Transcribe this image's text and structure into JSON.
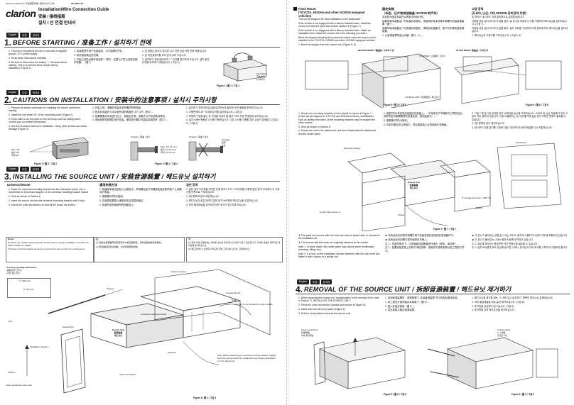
{
  "header": {
    "printed": "Printed in Malaysia / 马来西亚印刷 / 말레이시아 인쇄",
    "docno": "284-8607-00",
    "brand": "clarion",
    "title_en": "Installation/Wire Connection Guide",
    "title_cn": "安装 / 接线指南",
    "title_kr": "설치 / 선 연결 안내서"
  },
  "langs": [
    "English",
    "中文",
    "한국어"
  ],
  "s1": {
    "num": "1.",
    "title": "BEFORE STARTING / 准备工作 / 설치하기 전에",
    "en": [
      "1. This set is exclusively for use in cars with a negative ground, 12 V power supply.",
      "2. Read these instructions carefully.",
      "3. Be sure to disconnect the battery \"−\" terminal before starting. This is to prevent short circuits during installation (Figure 1)."
    ],
    "cn": [
      "1. 本装置是专用于负极接地、12V电源的汽车。",
      "2. 请仔细阅读这些说明。",
      "3. 开始之前务必断开电池的\"−\"端口，这是为了防止安装过程中短路。（图 1）"
    ],
    "kr": [
      "1. 본 제품은 음극이 접지된 12V 전원 공급 차량 전용 제품입니다.",
      "2. 본 지침설명서를 주의 깊게 읽어 주십시오.",
      "3. 설치하기 전에 배터리의 \"−\" 단자를 분리하여 주십시오. 설치 동안 단락을 방지하기 위함입니다. (그림 1)"
    ],
    "fig_label": "Car battery",
    "fig_label_cn": "汽车电池",
    "fig_label_kr": "차 배터리",
    "caption": "Figure 1 / 图 1 / 그림 1"
  },
  "s2": {
    "num": "2.",
    "title": "CAUTIONS ON INSTALLATION / 安装中的注意事项 / 설치시 주의사항",
    "en": [
      "1. Prepare all articles necessary for installing the source unit before starting.",
      "2. Install the unit within 30° of the horizontal plane (Figure 2).",
      "3. If you have to do any work on the car body, such as drilling holes, consult your car dealer beforehand.",
      "4. Use the enclosed screws for installation. Using other screws can cause damage (Figure 3)."
    ],
    "cn": [
      "1. 开始之前，准备好安装本机所需的所有物品。",
      "2. 把本机安装在与水平面所成的角度在 30° 以内（图 2）。",
      "3. 如果需要对车身进行加工，例如钻孔等，请事先与汽车销售商联系。",
      "4. 请使用附带的螺钉进行安装。使用其它螺钉可能会导致损坏（图 3）。"
    ],
    "kr": [
      "1. 설치하기 전에 메인유닛을 설치하는데 필요한 모든 물품을 준비해 주십시오.",
      "2. 수평면에서 30° 이내에 장치를 설치하십시오. (그림 2)",
      "3. 차체에 구멍을 뚫는 등 작업을 하셔야 할 경우, 미리 차량 판매점과 상의하십시오.",
      "4. 설치시에는 동봉된 나사를 사용하십시오. 다른 나사를 사용할 경우 손상이 발생할 수 있습니다. (그림 3)"
    ],
    "fig2_label": "Max. 30°",
    "fig2_label_cn": "最大 30°",
    "fig2_label_kr": "최대 30°",
    "fig2_cap": "Figure 2 / 图 2 / 그림 2",
    "fig3_chassis1": "Chassis / 底盘 / 새시",
    "fig3_chassis2": "Chassis / 底盘 / 새시",
    "fig3_max": "Max. 1/4\" (6 mm)",
    "fig3_max_cn": "最大 1/4\"(6 mm)",
    "fig3_max_kr": "최대 1/4\"(6 mm)",
    "fig3_damage": "Damage",
    "fig3_damage_cn": "损坏",
    "fig3_damage_kr": "손상",
    "fig3_cap": "Figure 3 / 图 3 / 그림 3"
  },
  "s3": {
    "num": "3.",
    "title": "INSTALLING THE SOURCE UNIT / 安装音源装置 / 헤드유닛 설치하기",
    "sub_en": "Universal Mount",
    "sub_cn": "通用安装方法",
    "sub_kr": "일반 장착",
    "en": [
      "1. Place the universal mounting bracket into the instrument panel, use a screwdriver to bend each stopper of the universal mounting bracket inward.",
      "2. Wire as shown in Section 8.",
      "3. Insert the source unit into the universal mounting bracket until it locks.",
      "4. Mount the outer escutcheon so that all the hooks are locked."
    ],
    "cn": [
      "1. 将通用安装支架放入仪表板中，并用螺丝起子将通用安装支架的各个止动器向内弯曲。",
      "2. 按照第8节所示接线。",
      "3. 将音源装置插入通用安装支架直到锁定。",
      "4. 安装外部饰板使所有钩都锁上。"
    ],
    "kr": [
      "1. 일반 장착 브라켓을 계기판 안에 위치시키고, 드라이버를 사용해 일반 장착 브라켓의 각 고정기를 안쪽으로 구부리십시오.",
      "2. 8번 항목과 같이 배선하십시오.",
      "3. 헤드유닛이 잠길 때까지 일반 장착 브라켓에 헤드유닛을 삽입하십시오.",
      "4. 외부 몰딩패널을 장착하여 모든 후크가 잠기도록 하십시오."
    ],
    "notes_en_title": "Notes:",
    "notes_en": [
      "(1) Some car models require special mounting kits for proper installation. Consult your Clarion dealer for details.",
      "(2) Fasten the front stopper securely to prevent the source unit from coming loose."
    ],
    "notes_cn_title": "注：",
    "notes_cn": [
      "(1) 某些车型需要专用安装套件才能正确安装。详情请咨询歌乐经销商。",
      "(2) 牢固地固定前止动器，以防音源装置松脱。"
    ],
    "notes_kr_title": "주:",
    "notes_kr": [
      "(1) 일부 차량 모델에서는 올바른 설치를 위해 특수한 장착 키트가 필요합니다. 자세한 내용은 클라리온 대리점에 문의하십시오.",
      "(2) 헤드유닛이 느슨해지지 않도록 전면 고정기를 단단히 고정하십시오."
    ],
    "dims_title": "• Console opening dimensions",
    "dims_cn": "• 控制台开口尺寸",
    "dims_kr": "• 콘솔 열린 치수",
    "dims_w": "7\" (182 mm)",
    "dims_h": "2\" (53 mm)",
    "labels": {
      "stopper": "Stopper",
      "instrument_panel": "Instrument panel",
      "hexagonal_bolt": "Hexagonal bolt",
      "strap": "Strap",
      "screwdriver": "Screwdriver",
      "source_unit": "Source Unit",
      "source_unit_cn": "音源装置",
      "source_unit_kr": "헤드유닛",
      "installation_direction": "Installation direction",
      "outer_escutcheon": "Outer escutcheon",
      "universal_bracket": "Universal mounting bracket",
      "stoppers": "Stoppers",
      "top": "Top",
      "bottom": "Bottom",
      "outer_side_view": "Outer escutcheon side view",
      "note_strap": "The part is not provided in some models."
    },
    "fig4_note": "Note: Before attaching the universal mounting bracket, slightly bend the spring toward the inside with your fingers and attach it in the side of car.",
    "fig4_cap": "Figure 4 / 图 4 / 그림 4"
  },
  "fixed": {
    "sub_en": "Fixed Mount",
    "sub_en2": "(TOYOTA, NISSAN and other ISO/DIN equipped vehicles)",
    "sub_cn": "固定安装",
    "sub_cn2": "（丰田、日产和其他装备 ISO/DIN 的汽车）",
    "sub_kr": "고정 장착",
    "sub_kr2": "(도요타, 닛산, 기타 ISO/DIN 장비장착 차량)",
    "en": [
      "This unit is designed for fixed installation in the dashboard.",
      "If the vehicle is not equipped with a factory-installed radio, install the source unit with the parts and screws marked ★ (Figure 7).",
      "If the vehicle is not equipped with a factory-installed radio, obtain an installation kit to install the source unit in the following procedure.",
      "Bend the stopper following the procedures below when the source unit is installed to the TOYOTA, NISSAN and other ISO/DIN equipped vehicles.",
      "1. Bend the stopper from the source unit. (Figure 5, 6)"
    ],
    "cn": [
      "本机是为固定安装在仪表板中而设计的。",
      "如果车辆未装备出厂时安装的收音机，请使用标有★的零件和螺钉安装音源装置（图7）。",
      "如果车辆未装备出厂时安装的收音机，请购买安装套件，按下列步骤安装音源装置。",
      "1. 从音源装置弯曲止动器（图 5、6）。"
    ],
    "kr": [
      "본 장치는 대시보드 고정 설치용으로 설계되었습니다.",
      "차량에 공장 설치 라디오가 없을 경우, ★ 표시된 부품과 나사를 사용하여 헤드유닛을 설치하십시오. (그림 7)",
      "차량에 공장 설치 라디오가 없을 경우, 설치 키트를 구입하여 아래 절차에 따라 헤드유닛을 설치하십시오.",
      "1. 헤드유닛의 고정기를 구부리십시오. (그림 5, 6)"
    ],
    "before_bend": "BEFORE BEND / 弯曲前 / 구부리기 전",
    "after_bend": "AFTER BEND / 弯曲后 / 구부린 후",
    "stopper": "STOPPER / 止动器 / 고정기",
    "source_unit": "SOURCE UNIT / 音源装置 / 헤드유닛",
    "fig5_cap": "Figure 5 / 图 5 / 그림 5",
    "fig6_cap": "Figure 6 / 图 6 / 그림 6",
    "step2_en": [
      "2. Secure the mounting brackets to the chassis as shown in Figure 7. (Holes are pre-tapped for TOYOTA and NISSAN vehicles, modification, such as drilling new holes, of the mounting brackets may be required for other models.",
      "3. Wire as shown in Section 8.",
      "4. Secure the unit in the dashboard, and then reassemble the dashboard and the center panel."
    ],
    "step2_cn": [
      "2. 如图7所示将安装支架固定在底盘上。（丰田和日产车辆的孔已预先攻丝，其他车型可能需要修改安装支架，例如钻新孔。）",
      "3. 按照第8节所示接线。",
      "4. 将本机固定在仪表板中，然后重新装上仪表板和中央面板。"
    ],
    "step2_kr": [
      "2. 그림 7 에 표시된 것처럼 장착 브래킷을 섀시에 고정하십시오. 도요타 및 닛산 차량에서 모든 구멍이 이미 탭되어 있습니다. 다른 모델에서는 새 구멍 뚫기와 같은 장착 브래킷 변형이 필요할 수 있습니다.",
      "3. 8번 항목과 같이 배선하십시오.",
      "4. 대시보드 안에 장치를 고정한 다음, 대시보드와 센터 패널을 다시 조립하십시오."
    ],
    "fig7_labels": {
      "bracket": "Mounting bracket",
      "dashboard": "Dashboard",
      "source_unit": "Source Unit",
      "source_unit_cn": "音源装置",
      "source_unit_kr": "헤드유닛",
      "center_panel": "Center Panel (Note 1)",
      "pocket": "Pocket",
      "hex_screw": "★ Hexagonal screw × (M5 × 8)",
      "note2": "Note 2"
    },
    "fig7_cap": "Figure 7 / 图 7 / 그림 7",
    "bullets_en": [
      "★ The parts and screws with this mark are used to install radio or included in the installation kit.",
      "★ The screws with this mark are originally attached to the vehicle."
    ],
    "bullets_cn": [
      "★ 标有此标记的零件和螺钉用于安装收音机或包括在安装套件中。",
      "★ 标有此标记的螺钉原先就附在车辆上。"
    ],
    "bullets_kr": [
      "★ 이 표시가 붙어있는 부품 및 나사는 라디오 설치에 사용되거나 설치 키트에 포함되어 있습니다.",
      "★ 이 표시가 붙어있는 나사는 원래 차량에 부착되어 있습니다."
    ],
    "note1_en": "Note 1: In some cases, the center panel may require some modification (trimming, filling, etc.).",
    "note2_en": "Note 2: If a hook on the installation bracket interferes with the unit, bend and flatten it with a nipper or a similar tool.",
    "note1_cn": "注 1：在某些情况下，中央面板可能需要进行修改（修剪、填补等）。",
    "note2_cn": "注 2：如果安装支架上的钩与本机妨碍，请用钳子或其他类似的工具把它弯平。",
    "note1_kr": "주 1: 경우에 따라서는 중앙면판 약간 변형이필 필요할 수 있습니다.",
    "note2_kr": "주 2: 설치 브라켓의 후크 유닛에 닿으면, 니퍼나 유사한 도구로 후크를 구부리거나 펼쳐야 합니다."
  },
  "s4": {
    "num": "4.",
    "title": "REMOVAL OF THE SOURCE UNIT / 拆卸音源装置 / 헤드유닛 제거하기",
    "en": [
      "1. When removing the source unit, disassemble it in the reverse of the order in Section \"3. INSTALLING THE SOURCE UNIT\".",
      "2. Press the outer escutcheon upward and remove it (Figure 8).",
      "3. Insert and lock the hook plates (Figure 9).",
      "4. Pull the hook plates to remove the source unit."
    ],
    "cn": [
      "1. 拆卸音源装置时，请按照第\"3. 安装音源装置\"节中的相反顺序拆卸。",
      "2. 向上按压外部饰板并将其取下（图 8）。",
      "3. 插入并锁定钩板（图 9）。",
      "4. 拉出钩板以取出音源装置。"
    ],
    "kr": [
      "1. 헤드유닛을 제거할 때는, \"3. 헤드유닛 설치하기\" 항목의 역순으로 분해하십시오.",
      "2. 외부 몰딩패널을 위로 눌러 제거하십시오. (그림 8)",
      "3. 후크판을 삽입하여 잠그십시오. (그림 9)",
      "4. 후크판을 당겨 헤드유닛을 제거하십시오."
    ],
    "fig8_label": "Outer escutcheon",
    "fig8_label_cn": "外部饰板",
    "fig8_label_kr": "외부 몰딩패널",
    "fig9_label": "2 Hook plates",
    "fig9_label_cn": "2 个钩板",
    "fig9_label_kr": "후크판 2개",
    "fig89_cap": "Figure 8 / 图 8 / 그림 8",
    "fig9_cap": "Figure 9 / 图 9 / 그림 9"
  }
}
